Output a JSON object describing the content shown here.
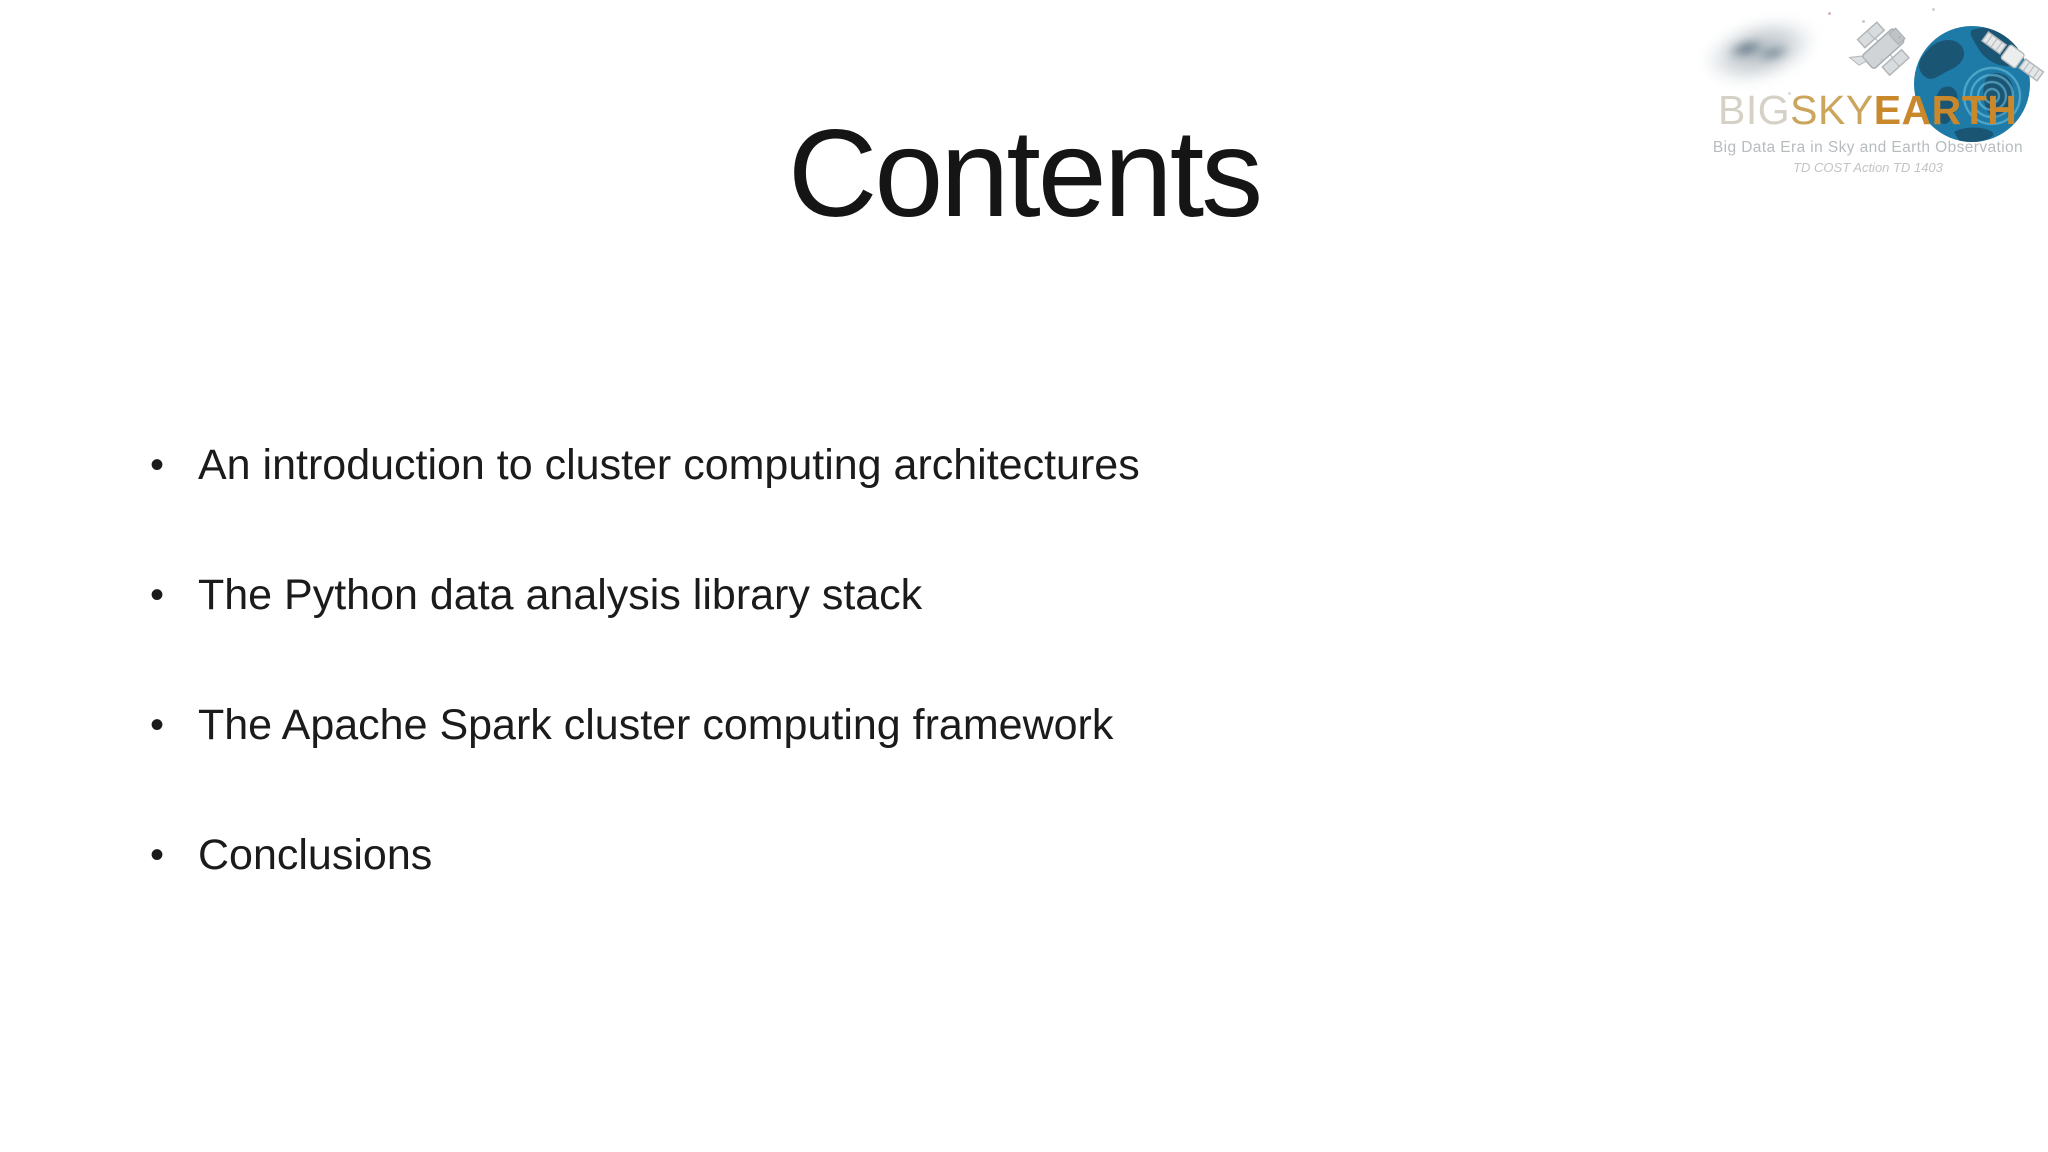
{
  "slide": {
    "title": "Contents",
    "bullet_glyph": "•",
    "bullets": [
      "An introduction to cluster computing architectures",
      "The Python data analysis library stack",
      "The Apache Spark cluster computing framework",
      "Conclusions"
    ]
  },
  "logo": {
    "brand_big": "BIG",
    "brand_sky": "SKY",
    "brand_earth": "EARTH",
    "tagline": "Big Data Era in Sky and Earth Observation",
    "cost_action": "TD COST Action TD 1403",
    "icons": [
      "galaxy-icon",
      "hubble-telescope-icon",
      "earth-globe-icon",
      "satellite-icon",
      "signal-waves-icon"
    ],
    "colors": {
      "brand_big": "#d6d1c6",
      "brand_sky": "#cba55c",
      "brand_earth": "#c8882b",
      "tagline": "#b7bcbf",
      "globe_ocean": "#1e7aa6",
      "globe_land": "#1a5574"
    }
  },
  "colors": {
    "background": "#ffffff",
    "text": "#1b1b1b"
  }
}
